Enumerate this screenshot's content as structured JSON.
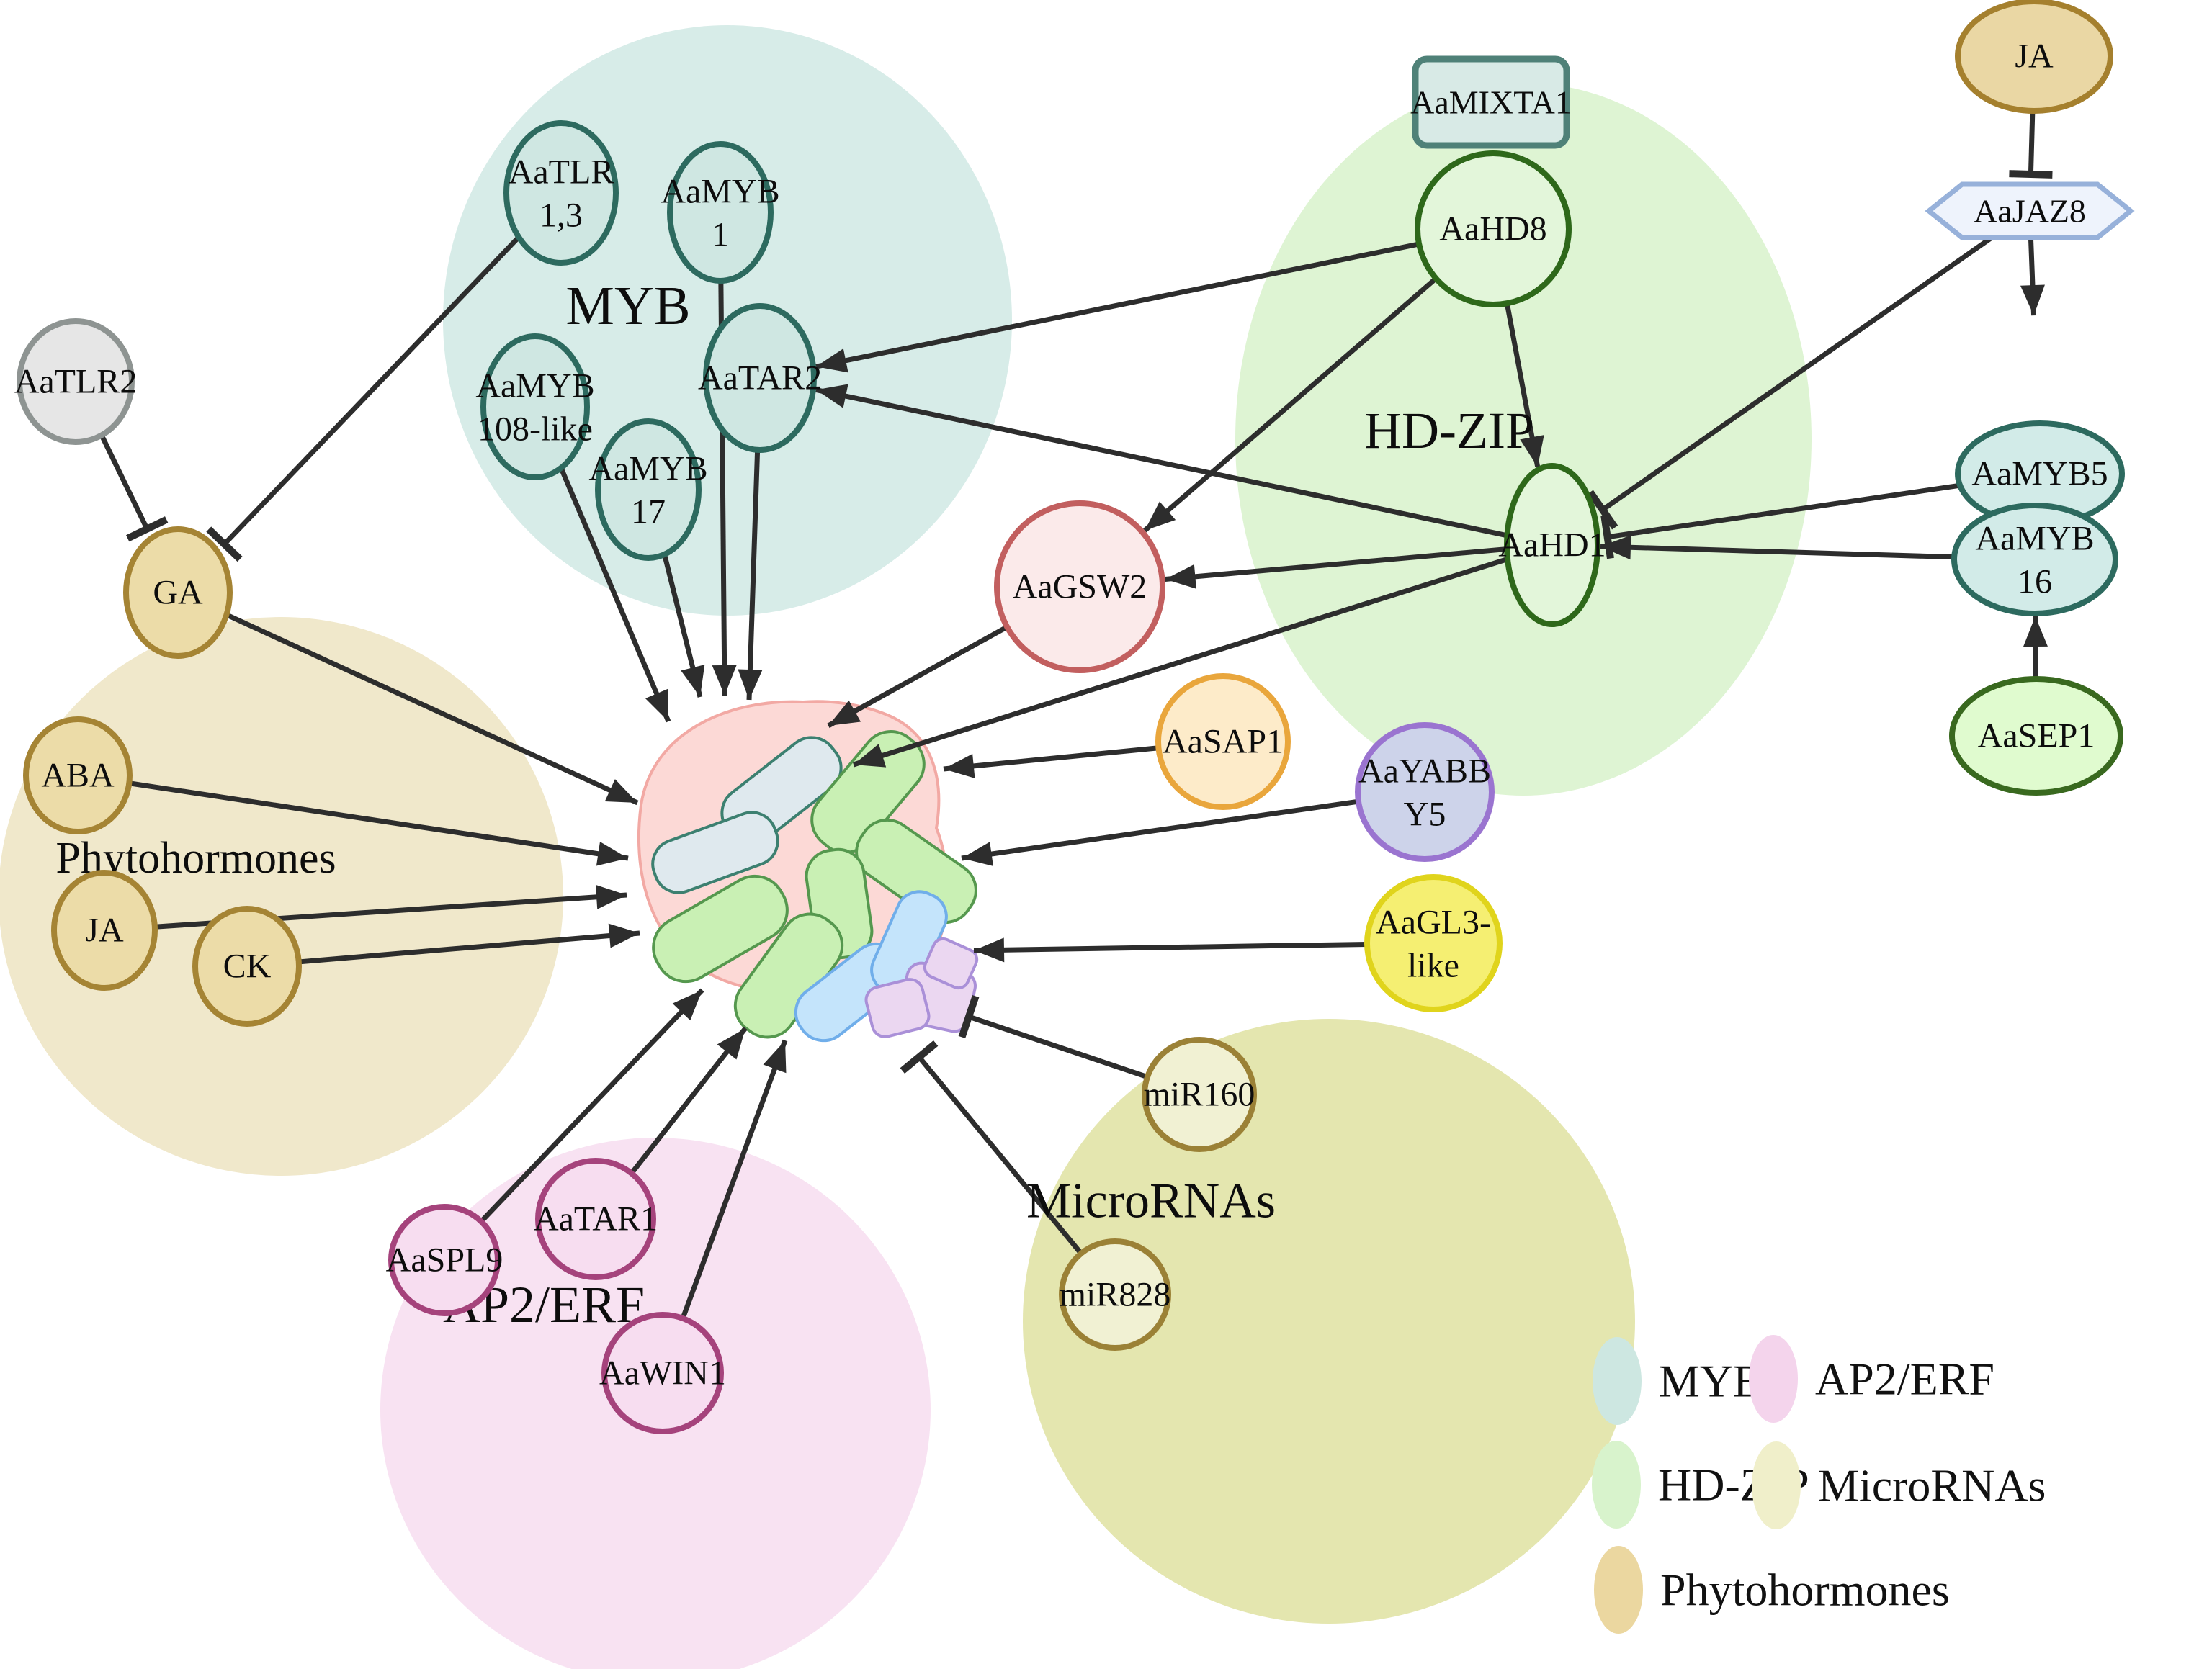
{
  "figure": {
    "central_object": "glandular trichome illustration",
    "edge_semantics": {
      "activate": "pointed arrow",
      "inhibit": "T-bar"
    }
  },
  "clusters": [
    {
      "id": "myb",
      "label": "MYB",
      "bg": "#d7ece8"
    },
    {
      "id": "hdzip",
      "label": "HD-ZIP",
      "bg": "#def4d3"
    },
    {
      "id": "phyto",
      "label": "Phytohormones",
      "bg": "#f0e8cb"
    },
    {
      "id": "ap2",
      "label": "AP2/ERF",
      "bg": "#f8e2f2"
    },
    {
      "id": "mirna",
      "label": "MicroRNAs",
      "bg": "#e4e6af"
    }
  ],
  "nodes": [
    {
      "id": "AaTLR2",
      "lines": [
        "AaTLR2"
      ],
      "shape": "ellipse",
      "fill": "#e6e6e6",
      "stroke": "#8e9492"
    },
    {
      "id": "AaTLR13",
      "lines": [
        "AaTLR",
        "1,3"
      ],
      "shape": "ellipse",
      "fill": "#cfe7e2",
      "stroke": "#2d6a5f"
    },
    {
      "id": "AaMYB1",
      "lines": [
        "AaMYB",
        "1"
      ],
      "shape": "ellipse",
      "fill": "#cfe7e2",
      "stroke": "#2d6a5f"
    },
    {
      "id": "AaMYB108like",
      "lines": [
        "AaMYB",
        "108-like"
      ],
      "shape": "ellipse",
      "fill": "#cfe7e2",
      "stroke": "#2d6a5f"
    },
    {
      "id": "AaMYB17",
      "lines": [
        "AaMYB",
        "17"
      ],
      "shape": "ellipse",
      "fill": "#cfe7e2",
      "stroke": "#2d6a5f"
    },
    {
      "id": "AaTAR2",
      "lines": [
        "AaTAR2"
      ],
      "shape": "ellipse",
      "fill": "#cfe7e2",
      "stroke": "#2d6a5f"
    },
    {
      "id": "AaMIXTA1",
      "lines": [
        "AaMIXTA1"
      ],
      "shape": "rect",
      "fill": "#d8eae6",
      "stroke": "#4f8178"
    },
    {
      "id": "AaHD8",
      "lines": [
        "AaHD8"
      ],
      "shape": "ellipse",
      "fill": "#e3f6da",
      "stroke": "#2e681a"
    },
    {
      "id": "AaHD1",
      "lines": [
        "AaHD1"
      ],
      "shape": "ellipse",
      "fill": "#e3f6da",
      "stroke": "#2e681a"
    },
    {
      "id": "AaGSW2",
      "lines": [
        "AaGSW2"
      ],
      "shape": "ellipse",
      "fill": "#fbeaea",
      "stroke": "#c25f5f"
    },
    {
      "id": "JA_right",
      "lines": [
        "JA"
      ],
      "shape": "ellipse",
      "fill": "#ead7a4",
      "stroke": "#a5802e"
    },
    {
      "id": "AaJAZ8",
      "lines": [
        "AaJAZ8"
      ],
      "shape": "hexagon",
      "fill": "#eef3fc",
      "stroke": "#97b1da"
    },
    {
      "id": "AaMYB5",
      "lines": [
        "AaMYB5"
      ],
      "shape": "ellipse",
      "fill": "#d2ebe8",
      "stroke": "#2d6a5f"
    },
    {
      "id": "AaMYB16",
      "lines": [
        "AaMYB",
        "16"
      ],
      "shape": "ellipse",
      "fill": "#d2ebe8",
      "stroke": "#2d6a5f"
    },
    {
      "id": "AaSEP1",
      "lines": [
        "AaSEP1"
      ],
      "shape": "ellipse",
      "fill": "#e0fbcf",
      "stroke": "#39691f"
    },
    {
      "id": "AaSAP1",
      "lines": [
        "AaSAP1"
      ],
      "shape": "ellipse",
      "fill": "#fdebc9",
      "stroke": "#e9a63c"
    },
    {
      "id": "AaYABBY5",
      "lines": [
        "AaYABB",
        "Y5"
      ],
      "shape": "ellipse",
      "fill": "#cdd3ea",
      "stroke": "#9a74d0"
    },
    {
      "id": "AaGL3like",
      "lines": [
        "AaGL3-",
        "like"
      ],
      "shape": "ellipse",
      "fill": "#f5ef72",
      "stroke": "#e0d41c"
    },
    {
      "id": "GA",
      "lines": [
        "GA"
      ],
      "shape": "ellipse",
      "fill": "#ecdca8",
      "stroke": "#a58434"
    },
    {
      "id": "ABA",
      "lines": [
        "ABA"
      ],
      "shape": "ellipse",
      "fill": "#ecdca8",
      "stroke": "#a58434"
    },
    {
      "id": "JA_left",
      "lines": [
        "JA"
      ],
      "shape": "ellipse",
      "fill": "#ecdca8",
      "stroke": "#a58434"
    },
    {
      "id": "CK",
      "lines": [
        "CK"
      ],
      "shape": "ellipse",
      "fill": "#ecdca8",
      "stroke": "#a58434"
    },
    {
      "id": "AaSPL9",
      "lines": [
        "AaSPL9"
      ],
      "shape": "ellipse",
      "fill": "#f7ddf0",
      "stroke": "#a5437c"
    },
    {
      "id": "AaTAR1",
      "lines": [
        "AaTAR1"
      ],
      "shape": "ellipse",
      "fill": "#f7ddf0",
      "stroke": "#a5437c"
    },
    {
      "id": "AaWIN1",
      "lines": [
        "AaWIN1"
      ],
      "shape": "ellipse",
      "fill": "#f7ddf0",
      "stroke": "#a5437c"
    },
    {
      "id": "miR160",
      "lines": [
        "miR160"
      ],
      "shape": "ellipse",
      "fill": "#f1f1d3",
      "stroke": "#9b8136"
    },
    {
      "id": "miR828",
      "lines": [
        "miR828"
      ],
      "shape": "ellipse",
      "fill": "#f1f1d3",
      "stroke": "#9b8136"
    }
  ],
  "edges": [
    {
      "from": "AaTLR2",
      "to": "GA",
      "type": "inhibit"
    },
    {
      "from": "AaTLR13",
      "to": "GA",
      "type": "inhibit"
    },
    {
      "from": "GA",
      "to": "trichome",
      "type": "activate"
    },
    {
      "from": "ABA",
      "to": "trichome",
      "type": "activate"
    },
    {
      "from": "JA_left",
      "to": "trichome",
      "type": "activate"
    },
    {
      "from": "CK",
      "to": "trichome",
      "type": "activate"
    },
    {
      "from": "AaMYB108like",
      "to": "trichome",
      "type": "activate"
    },
    {
      "from": "AaMYB17",
      "to": "trichome",
      "type": "activate"
    },
    {
      "from": "AaMYB1",
      "to": "trichome",
      "type": "activate"
    },
    {
      "from": "AaTAR2",
      "to": "trichome",
      "type": "activate"
    },
    {
      "from": "AaGSW2",
      "to": "trichome",
      "type": "activate"
    },
    {
      "from": "AaHD1",
      "to": "trichome",
      "type": "activate"
    },
    {
      "from": "AaHD8",
      "to": "AaTAR2",
      "type": "activate"
    },
    {
      "from": "AaHD1",
      "to": "AaTAR2",
      "type": "activate"
    },
    {
      "from": "AaHD8",
      "to": "AaHD1",
      "type": "activate"
    },
    {
      "from": "AaHD8",
      "to": "AaGSW2",
      "type": "activate"
    },
    {
      "from": "AaHD1",
      "to": "AaGSW2",
      "type": "activate"
    },
    {
      "from": "JA_right",
      "to": "AaJAZ8",
      "type": "inhibit"
    },
    {
      "from": "AaJAZ8",
      "to": "AaMYB5",
      "type": "activate"
    },
    {
      "from": "AaJAZ8",
      "to": "AaHD1",
      "type": "inhibit"
    },
    {
      "from": "AaMYB5",
      "to": "AaHD1",
      "type": "inhibit"
    },
    {
      "from": "AaMYB16",
      "to": "AaHD1",
      "type": "activate"
    },
    {
      "from": "AaSEP1",
      "to": "AaMYB16",
      "type": "activate"
    },
    {
      "from": "AaSAP1",
      "to": "trichome",
      "type": "activate"
    },
    {
      "from": "AaYABBY5",
      "to": "trichome",
      "type": "activate"
    },
    {
      "from": "AaGL3like",
      "to": "trichome",
      "type": "activate"
    },
    {
      "from": "miR160",
      "to": "trichome",
      "type": "inhibit"
    },
    {
      "from": "miR828",
      "to": "trichome",
      "type": "inhibit"
    },
    {
      "from": "AaSPL9",
      "to": "trichome",
      "type": "activate"
    },
    {
      "from": "AaTAR1",
      "to": "trichome",
      "type": "activate"
    },
    {
      "from": "AaWIN1",
      "to": "trichome",
      "type": "activate"
    }
  ],
  "legend": {
    "items": [
      {
        "label": "MYB",
        "color": "#cde7e1"
      },
      {
        "label": "AP2/ERF",
        "color": "#f4d4ec"
      },
      {
        "label": "HD-ZIP",
        "color": "#d8f3cc"
      },
      {
        "label": "MicroRNAs",
        "color": "#f0efca"
      },
      {
        "label": "Phytohormones",
        "color": "#ebd7a0"
      }
    ]
  },
  "trichome": {
    "body_color": "#fcd9d6",
    "cell_colors": {
      "gray": "#dfe9ee",
      "green": "#c9f0b4",
      "blue": "#c4e4fb",
      "purple": "#ebd7f1"
    }
  }
}
